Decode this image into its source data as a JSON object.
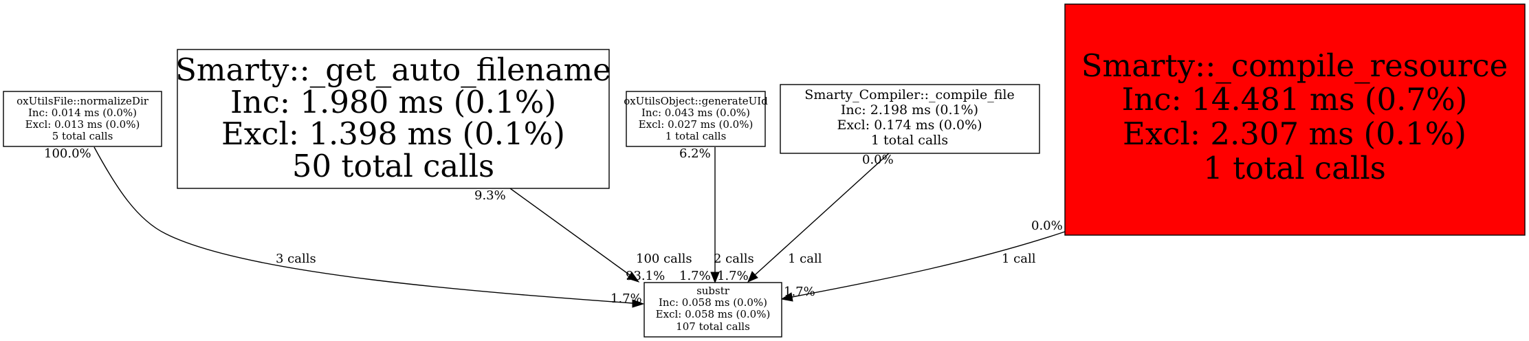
{
  "colors": {
    "hot_node": "#ff0000",
    "node": "#ffffff",
    "stroke": "#000000"
  },
  "nodes": {
    "normalize_dir": {
      "name": "oxUtilsFile::normalizeDir",
      "inc": "Inc: 0.014 ms (0.0%)",
      "excl": "Excl: 0.013 ms (0.0%)",
      "calls": "5 total calls"
    },
    "get_auto_filename": {
      "name": "Smarty::_get_auto_filename",
      "inc": "Inc: 1.980 ms (0.1%)",
      "excl": "Excl: 1.398 ms (0.1%)",
      "calls": "50 total calls"
    },
    "generate_uid": {
      "name": "oxUtilsObject::generateUId",
      "inc": "Inc: 0.043 ms (0.0%)",
      "excl": "Excl: 0.027 ms (0.0%)",
      "calls": "1 total calls"
    },
    "compile_file": {
      "name": "Smarty_Compiler::_compile_file",
      "inc": "Inc: 2.198 ms (0.1%)",
      "excl": "Excl: 0.174 ms (0.0%)",
      "calls": "1 total calls"
    },
    "compile_resource": {
      "name": "Smarty::_compile_resource",
      "inc": "Inc: 14.481 ms (0.7%)",
      "excl": "Excl: 2.307 ms (0.1%)",
      "calls": "1 total calls"
    },
    "substr": {
      "name": "substr",
      "inc": "Inc: 0.058 ms (0.0%)",
      "excl": "Excl: 0.058 ms (0.0%)",
      "calls": "107 total calls"
    }
  },
  "edges": {
    "normalize_dir_substr": {
      "label": "3 calls",
      "tail": "100.0%",
      "head": "1.7%"
    },
    "get_auto_filename_substr": {
      "label": "100 calls",
      "tail": "9.3%",
      "head": "93.1%"
    },
    "generate_uid_substr": {
      "label": "2 calls",
      "tail": "6.2%",
      "head": "1.7%"
    },
    "compile_file_substr": {
      "label": "1 call",
      "tail": "0.0%",
      "head": "1.7%"
    },
    "compile_resource_substr": {
      "label": "1 call",
      "tail": "0.0%",
      "head": "1.7%"
    }
  }
}
